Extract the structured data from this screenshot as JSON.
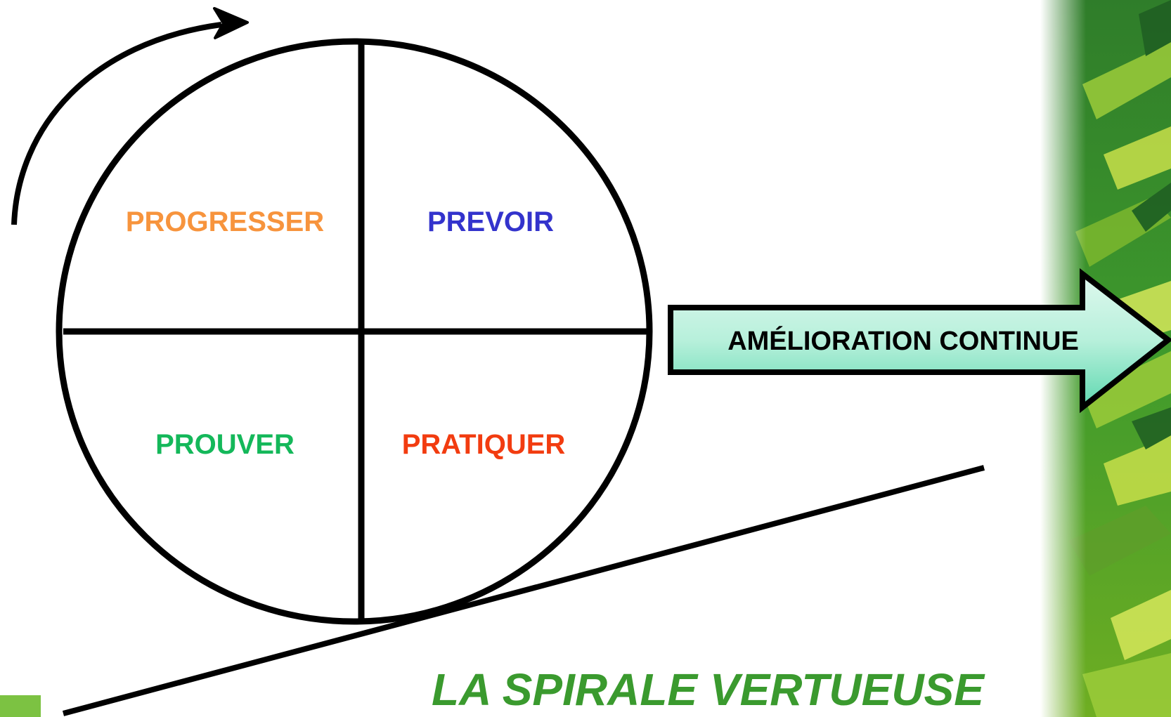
{
  "diagram": {
    "quadrants": {
      "top_left": {
        "label": "PROGRESSER",
        "color": "#f7943d"
      },
      "top_right": {
        "label": "PREVOIR",
        "color": "#3333cc"
      },
      "bottom_left": {
        "label": "PROUVER",
        "color": "#14b85a"
      },
      "bottom_right": {
        "label": "PRATIQUER",
        "color": "#f23c10"
      }
    },
    "arrow": {
      "label": "AMÉLIORATION CONTINUE",
      "fill_gradient": [
        "#dff8ee",
        "#b7f0db",
        "#5fd8b0"
      ],
      "direction": "right"
    },
    "rotation_arrow": {
      "direction": "clockwise"
    },
    "slope_line": {
      "meaning": "incline"
    }
  },
  "slide": {
    "title": "LA SPIRALE VERTUEUSE",
    "title_color": "#3a9a2e",
    "accent_green": "#7cc242",
    "decoration": "foliage-band"
  }
}
